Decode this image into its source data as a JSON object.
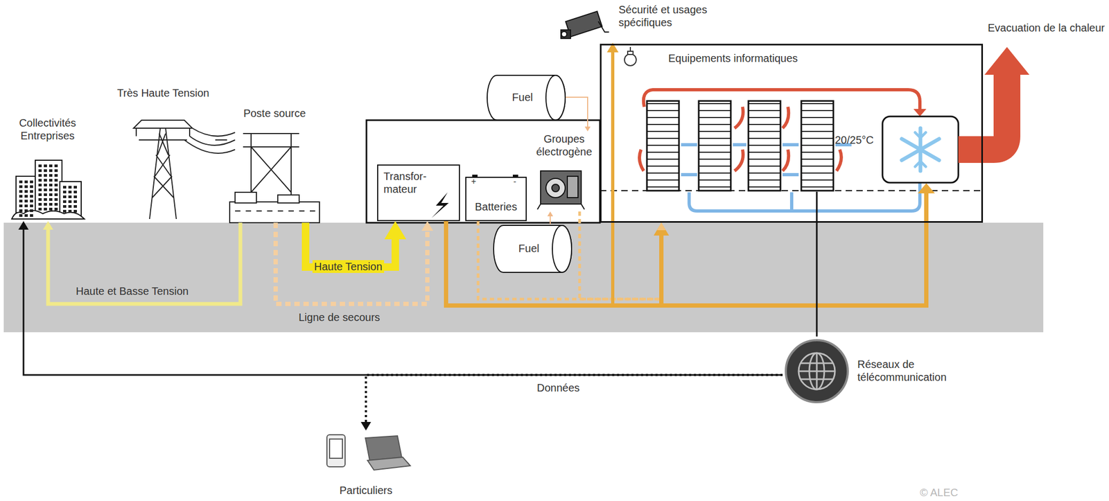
{
  "diagram": {
    "nodes": [
      {
        "text": [
          "Collectivités Entreprises"
        ]
      },
      {
        "text": [
          "Très Haute Tension"
        ]
      },
      {
        "text": [
          "Poste source"
        ]
      },
      {
        "text": [
          "Transfor- mateur"
        ]
      },
      {
        "text": [
          "Batteries"
        ]
      },
      {
        "text": [
          "Groupes électrogène"
        ]
      },
      {
        "text": [
          "Fuel"
        ]
      },
      {
        "text": [
          "Fuel"
        ]
      },
      {
        "text": [
          "Equipements informatiques"
        ]
      },
      {
        "text": [
          "Sécurité et usages spécifiques"
        ]
      },
      {
        "text": [
          "Réseaux de télécommunication"
        ]
      },
      {
        "text": [
          "Particuliers"
        ]
      }
    ],
    "edges": [
      {
        "from": 1,
        "to": 2,
        "arrow": "none"
      },
      {
        "from": 2,
        "to": 0,
        "label": "Haute et Basse Tension",
        "arrow": "to"
      },
      {
        "from": 2,
        "to": 3,
        "label": "Haute Tension",
        "arrow": "to"
      },
      {
        "from": 2,
        "to": 3,
        "label": "Ligne de secours",
        "arrow": "to"
      },
      {
        "from": 6,
        "to": 5,
        "arrow": "to"
      },
      {
        "from": 7,
        "to": 5,
        "arrow": "to"
      },
      {
        "from": 3,
        "to": 8,
        "arrow": "to"
      },
      {
        "from": 3,
        "to": 9,
        "arrow": "to"
      },
      {
        "from": 4,
        "to": 8,
        "arrow": "to"
      },
      {
        "from": 5,
        "to": 8,
        "arrow": "to"
      },
      {
        "from": 10,
        "to": 8,
        "arrow": "none"
      },
      {
        "from": 10,
        "to": 0,
        "label": "Données",
        "arrow": "to"
      },
      {
        "from": 10,
        "to": 11,
        "arrow": "to"
      }
    ],
    "labels": [
      "20/25°C",
      "Evacuation de la chaleur",
      "+",
      "-",
      "© ALEC"
    ]
  }
}
